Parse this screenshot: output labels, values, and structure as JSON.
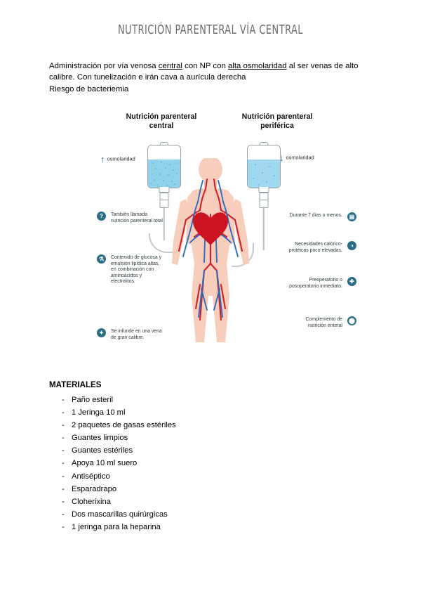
{
  "document": {
    "title": "NUTRICIÓN PARENTERAL VÍA CENTRAL",
    "intro": {
      "seg1": "Administración por vía venosa ",
      "underline1": "central",
      "seg2": " con NP con ",
      "underline2": "alta osmolaridad",
      "seg3": " al ser venas de alto calibre. Con tunelización e irán cava a aurícula derecha",
      "line3": "Riesgo de bacteriemia"
    }
  },
  "figure": {
    "heading_left": "Nutrición parenteral\ncentral",
    "heading_left_line1": "Nutrición parenteral",
    "heading_left_line2": "central",
    "heading_right_line1": "Nutrición parenteral",
    "heading_right_line2": "periférica",
    "bag_label_left": "osmolaridad",
    "bag_label_right": "osmolaridad",
    "arrow_up": "↑",
    "arrow_down": "↓",
    "annotations_left": [
      {
        "icon": "question-mark-icon",
        "glyph": "?",
        "text": "También llamada nutrición parenteral total"
      },
      {
        "icon": "flask-icon",
        "glyph": "⚗",
        "text": "Contenido de glucosa y emulsión lipídica altas, en combinación con aminoácidos y electrolitos."
      },
      {
        "icon": "vein-infusion-icon",
        "glyph": "✦",
        "text": "Se infunde en una vena de gran calibre."
      }
    ],
    "annotations_right": [
      {
        "icon": "calendar-icon",
        "glyph": "▤",
        "text": "Durante 7 días o menos."
      },
      {
        "icon": "droplet-icon",
        "glyph": "◑",
        "text": "Necesidades calórico-proteicas poco elevadas."
      },
      {
        "icon": "plus-icon",
        "glyph": "✚",
        "text": "Preoperatorio o posoperatorio inmediato."
      },
      {
        "icon": "shield-icon",
        "glyph": "⬤",
        "text": "Complemento de nutrición enteral"
      }
    ]
  },
  "materials": {
    "title": "MATERIALES",
    "dash": "-",
    "items": [
      "Paño esteril",
      "1 Jeringa 10 ml",
      "2 paquetes de gasas estériles",
      "Guantes limpios",
      "Guantes estériles",
      "Apoya 10 ml suero",
      "Antiséptico",
      "Esparadrapo",
      "Cloherixina",
      "Dos mascarillas quirúrgicas",
      "1 jeringa para la heparina"
    ]
  },
  "colors": {
    "artery": "#d1202a",
    "vein": "#2f6bbf",
    "skin": "#f7cdbb",
    "fluid": "#9fd8ef",
    "icon": "#2b6d85",
    "title": "#6b6b6b"
  }
}
